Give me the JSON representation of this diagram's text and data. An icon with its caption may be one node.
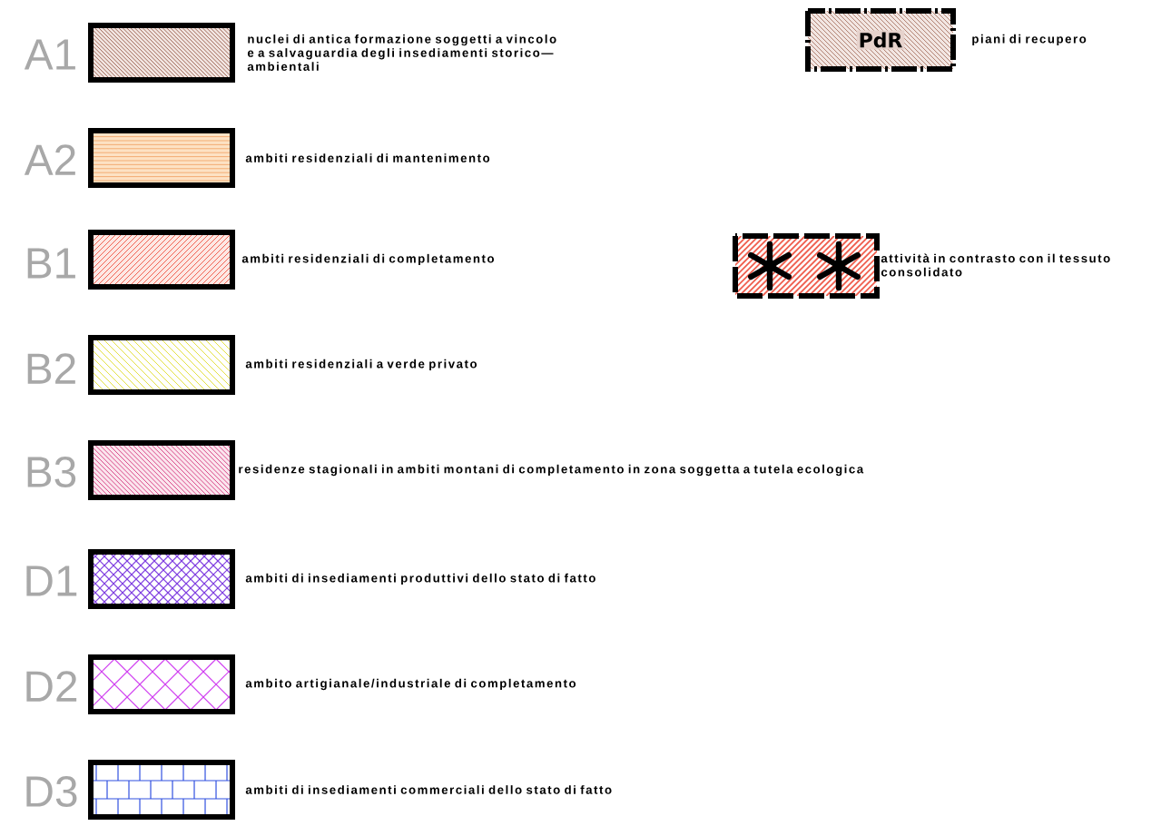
{
  "diagram": {
    "labels": [
      "A1",
      "PdR",
      "A2",
      "B1",
      "B2",
      "B3",
      "D1",
      "D2",
      "D3"
    ],
    "legend": [
      {
        "text": "nuclei di antica formazione soggetti a vincolo e a salvaguardia degli insediamenti storico—ambientali"
      },
      {
        "text": "piani di recupero"
      },
      {
        "text": "ambiti residenziali di mantenimento"
      },
      {
        "text": "ambiti residenziali di completamento"
      },
      {
        "text": "attività in contrasto con il tessuto consolidato"
      },
      {
        "text": "ambiti residenziali a verde privato"
      },
      {
        "text": "residenze stagionali in ambiti montani di completamento in zona soggetta a tutela ecologica"
      },
      {
        "text": "ambiti di insediamenti produttivi dello stato di fatto"
      },
      {
        "text": "ambito artigianale/industriale di completamento"
      },
      {
        "text": "ambiti di insediamenti commerciali dello stato di fatto"
      }
    ]
  }
}
